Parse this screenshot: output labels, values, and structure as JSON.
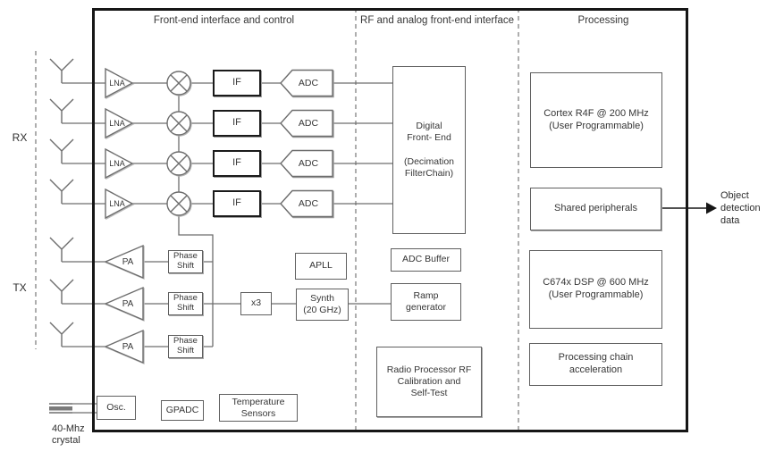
{
  "sections": {
    "front_end": "Front-end interface and control",
    "rf_analog": "RF and analog front-end interface",
    "processing": "Processing"
  },
  "labels": {
    "rx": "RX",
    "tx": "TX",
    "lna": "LNA",
    "pa": "PA",
    "if": "IF",
    "adc": "ADC",
    "phase_shift": "Phase\nShift",
    "x3": "x3"
  },
  "blocks": {
    "dfe": "Digital\nFront- End\n\n(Decimation\nFilterChain)",
    "adc_buffer": "ADC Buffer",
    "ramp_generator": "Ramp\ngenerator",
    "radio_processor": "Radio Processor RF\nCalibration and\nSelf-Test",
    "apll": "APLL",
    "synth": "Synth\n(20 GHz)",
    "osc": "Osc.",
    "gpadc": "GPADC",
    "temp_sensors": "Temperature\nSensors",
    "crystal": "40-Mhz\ncrystal",
    "cortex": "Cortex R4F @ 200 MHz\n(User Programmable)",
    "shared_peripherals": "Shared peripherals",
    "dsp": "C674x DSP @ 600 MHz\n(User Programmable)",
    "accel": "Processing chain\nacceleration"
  },
  "output": {
    "label": "Object\ndetection\ndata"
  },
  "colors": {
    "ink": "#333333",
    "line": "#6d6d6d",
    "frame": "#161616"
  }
}
